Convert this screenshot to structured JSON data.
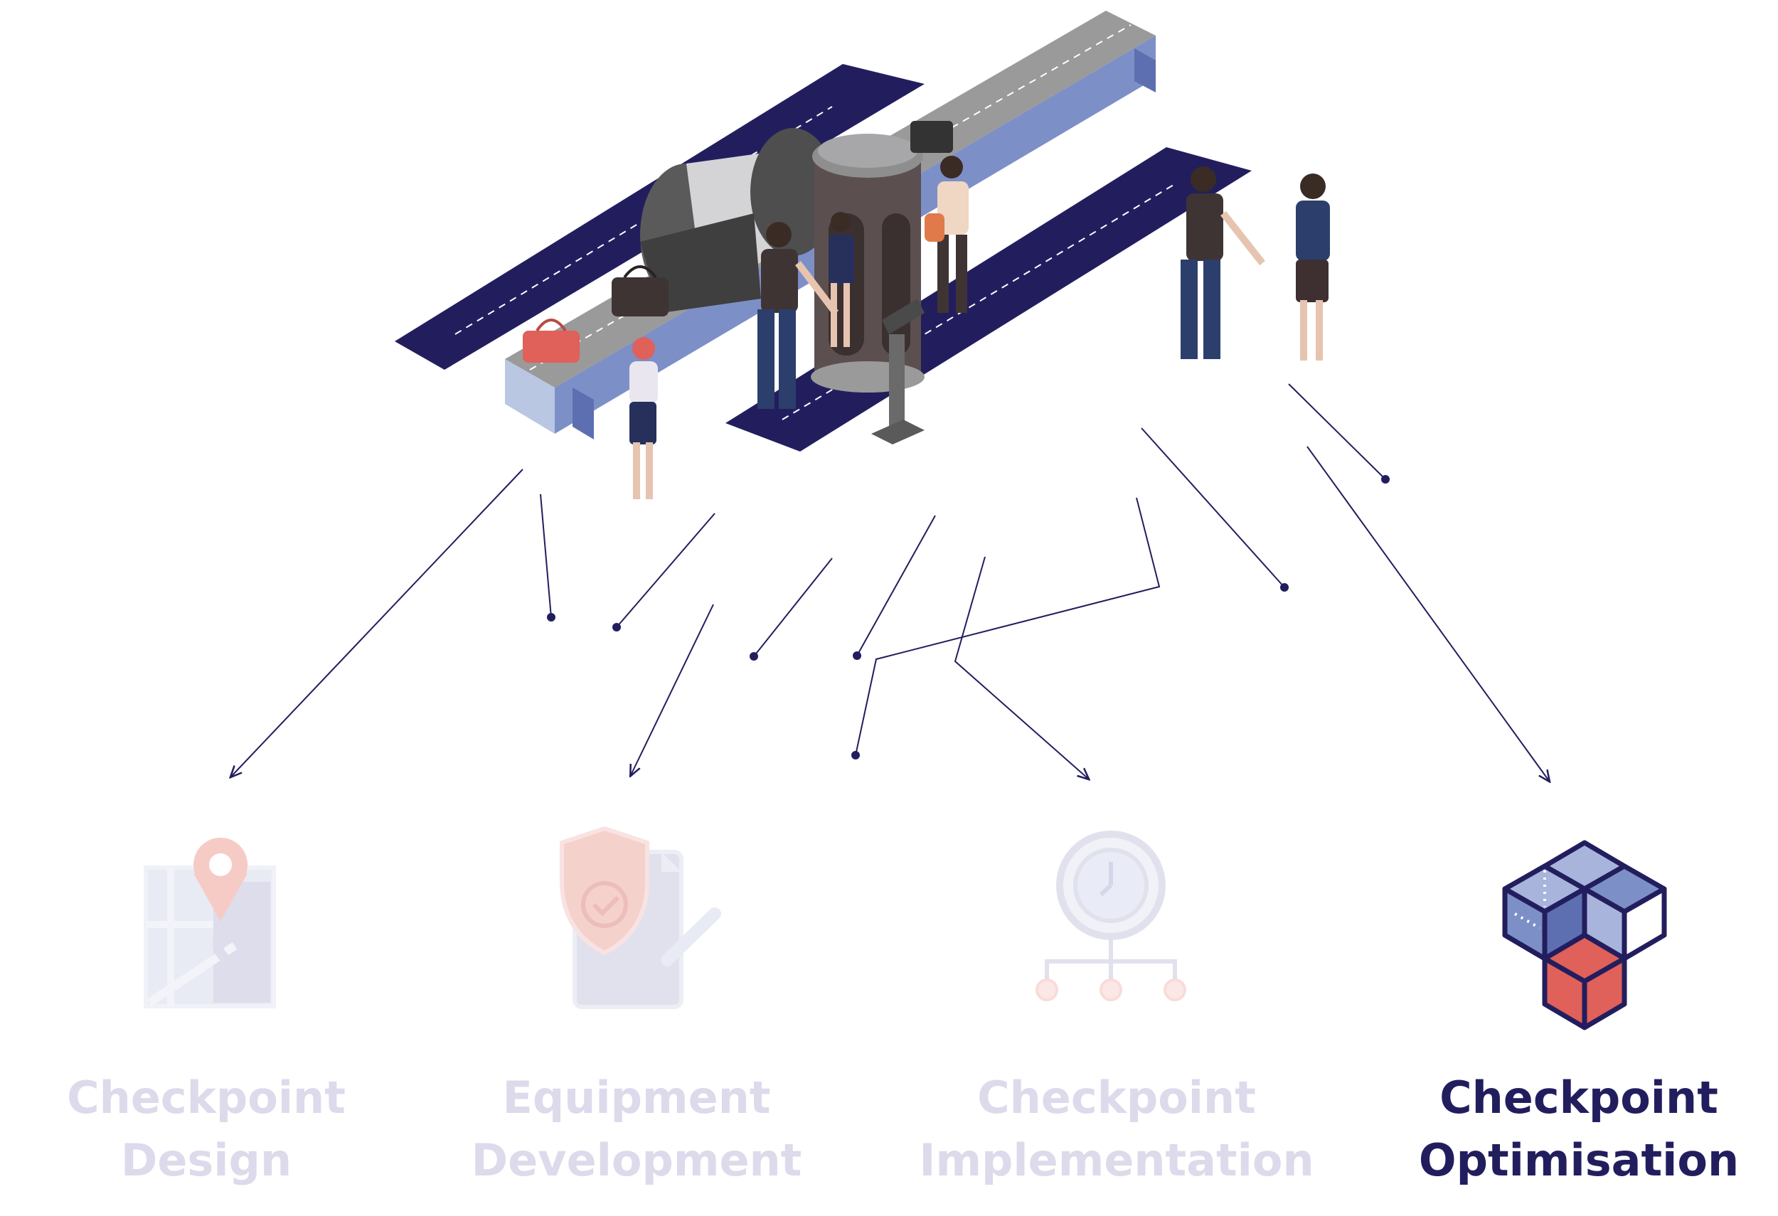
{
  "stages": [
    {
      "line1": "Checkpoint",
      "line2": "Design",
      "state": "inactive"
    },
    {
      "line1": "Equipment",
      "line2": "Development",
      "state": "inactive"
    },
    {
      "line1": "Checkpoint",
      "line2": "Implementation",
      "state": "inactive"
    },
    {
      "line1": "Checkpoint",
      "line2": "Optimisation",
      "state": "active"
    }
  ],
  "icons": [
    "map-pin-icon",
    "shield-document-icon",
    "clock-network-icon",
    "cubes-icon"
  ],
  "colors": {
    "navy": "#221e5e",
    "muted_text": "#dcdaeb",
    "accent_red": "#e0605a",
    "cube_blue": "#7d8fc7",
    "belt_gray": "#8a8a8a",
    "machine_gray": "#6b6b6b"
  }
}
